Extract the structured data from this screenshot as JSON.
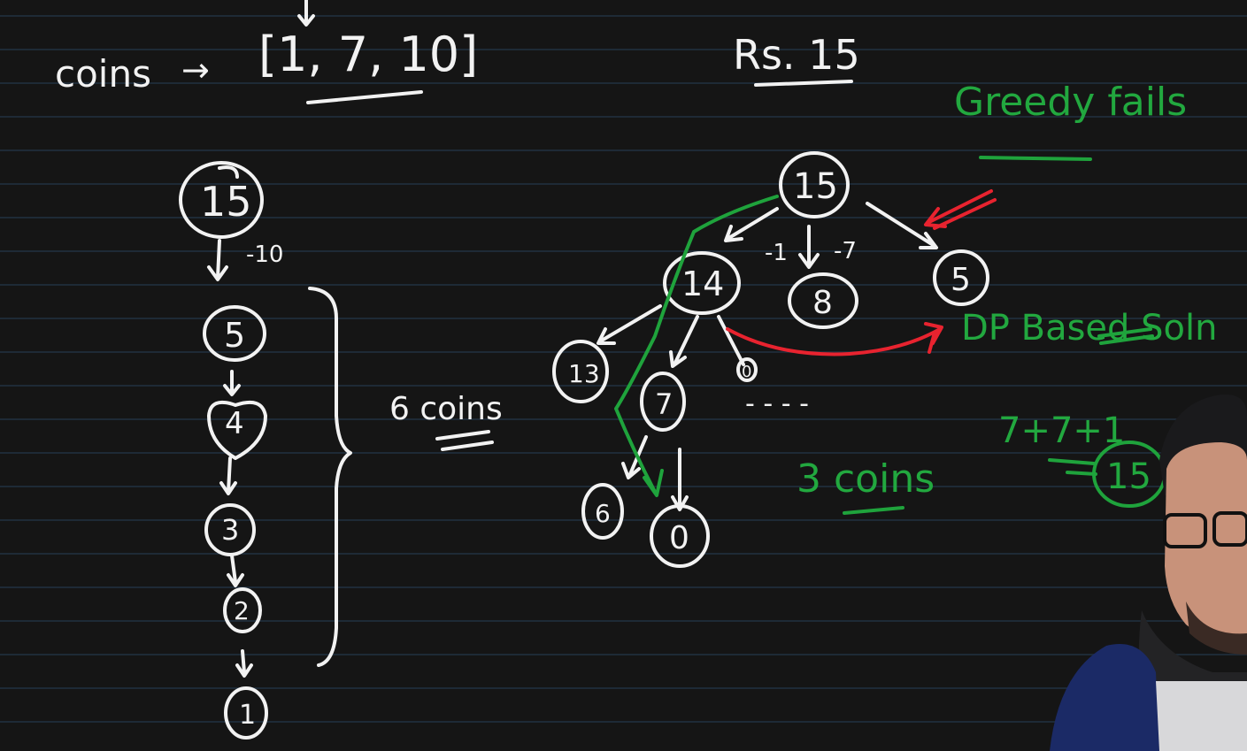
{
  "header": {
    "coins_label": "coins",
    "arrow": "→",
    "coins_array": "[1, 7, 10]",
    "target": "Rs. 15"
  },
  "annotations": {
    "greedy": "Greedy fails",
    "dp": "DP Based Soln",
    "six_coins": "6 coins",
    "three_coins": "3 coins",
    "sum_expr": "7+7+1",
    "sum_result": "15",
    "dots": "- - - -"
  },
  "left_chain": {
    "nodes": [
      "15",
      "5",
      "4",
      "3",
      "2",
      "1"
    ],
    "edge_label": "-10"
  },
  "right_tree": {
    "root": "15",
    "level1": [
      "14",
      "8",
      "5"
    ],
    "level1_edge_labels": [
      "-1",
      "-7"
    ],
    "level2": [
      "13",
      "7",
      "0"
    ],
    "level3": [
      "6",
      "0"
    ]
  },
  "colors": {
    "board": "#151515",
    "chalk": "#f2f2f2",
    "green": "#22a83f",
    "red": "#e8232f",
    "ruling": "#1e2a36"
  },
  "presenter": {
    "icon": "person-avatar"
  }
}
